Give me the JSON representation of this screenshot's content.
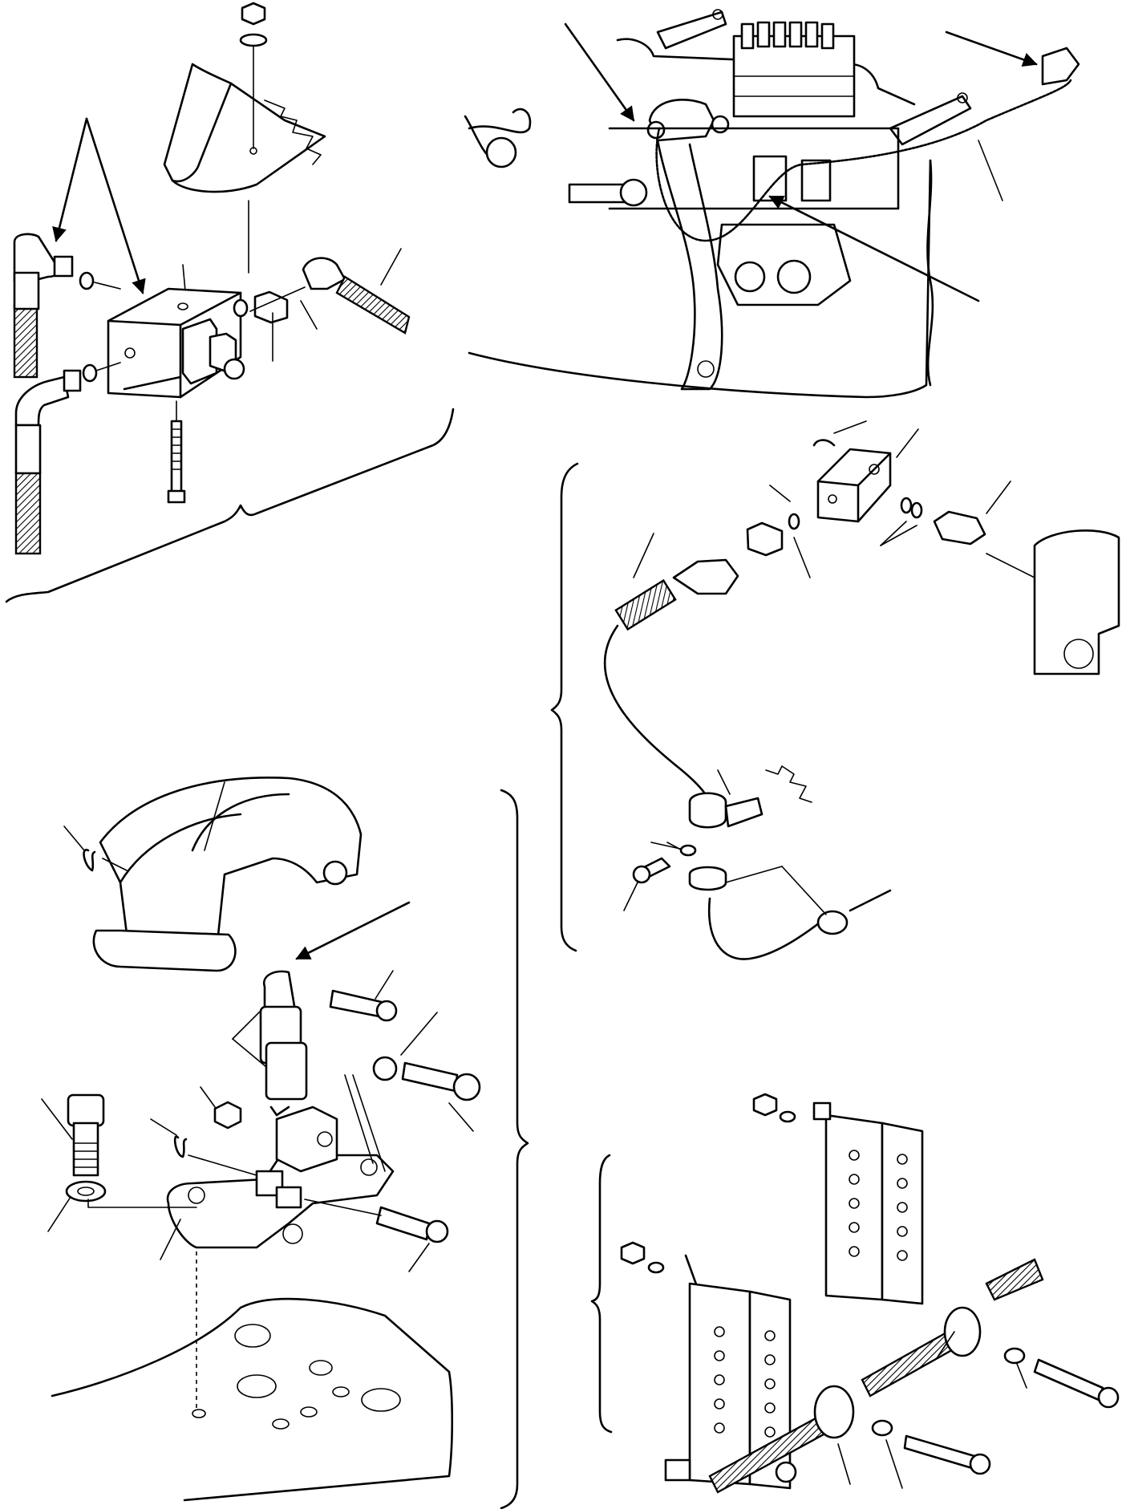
{
  "callouts": [],
  "views": [
    {
      "name": "top-left-valve-block-view"
    },
    {
      "name": "top-right-engine-bay-view"
    },
    {
      "name": "right-sensor-cable-view"
    },
    {
      "name": "bottom-left-pedal-linkage-view"
    },
    {
      "name": "bottom-right-mounting-block-view"
    }
  ]
}
